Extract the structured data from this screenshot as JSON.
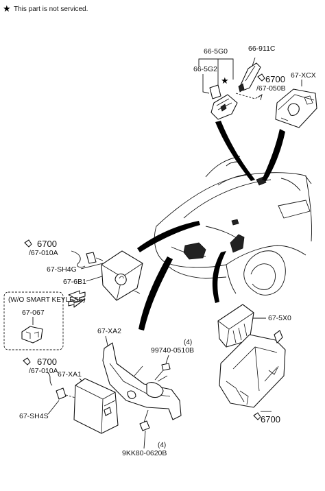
{
  "note": {
    "star": "★",
    "text": "This part is not serviced."
  },
  "labels": {
    "key_5g0": "66-5G0",
    "key_5g2": "66-5G2",
    "key_911c": "66-911C",
    "xcx": "67-XCX",
    "ref_top_num": "6700",
    "ref_top_sub": "/67-050B",
    "ref_mid_num": "6700",
    "ref_mid_sub": "/67-010A",
    "sh4g": "67-SH4G",
    "b61": "67-6B1",
    "keyless_box": "(W/O SMART KEYLESS)",
    "p067": "67-067",
    "x0": "67-5X0",
    "xa2": "67-XA2",
    "bolt_top_qty": "(4)",
    "bolt_top": "99740-0510B",
    "ref_low_num": "6700",
    "ref_low_sub": "/67-010A",
    "xa1": "67-XA1",
    "sh4s": "67-SH4S",
    "ref_bottom_num": "6700",
    "bolt_low_qty": "(4)",
    "bolt_low": "9KK80-0620B"
  }
}
